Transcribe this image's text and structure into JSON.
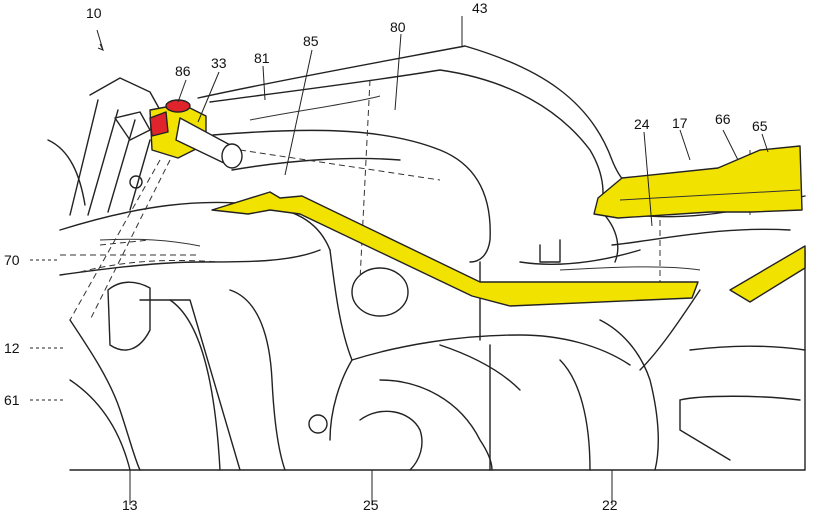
{
  "figure": {
    "highlight_color": "#f2e200",
    "accent_color": "#e0242c",
    "line_color": "#222222",
    "labels": {
      "l10": "10",
      "l43": "43",
      "l80": "80",
      "l85": "85",
      "l81": "81",
      "l33": "33",
      "l86": "86",
      "l24": "24",
      "l17": "17",
      "l66": "66",
      "l65": "65",
      "l70": "70",
      "l12": "12",
      "l61": "61",
      "l13": "13",
      "l25": "25",
      "l22": "22"
    }
  }
}
